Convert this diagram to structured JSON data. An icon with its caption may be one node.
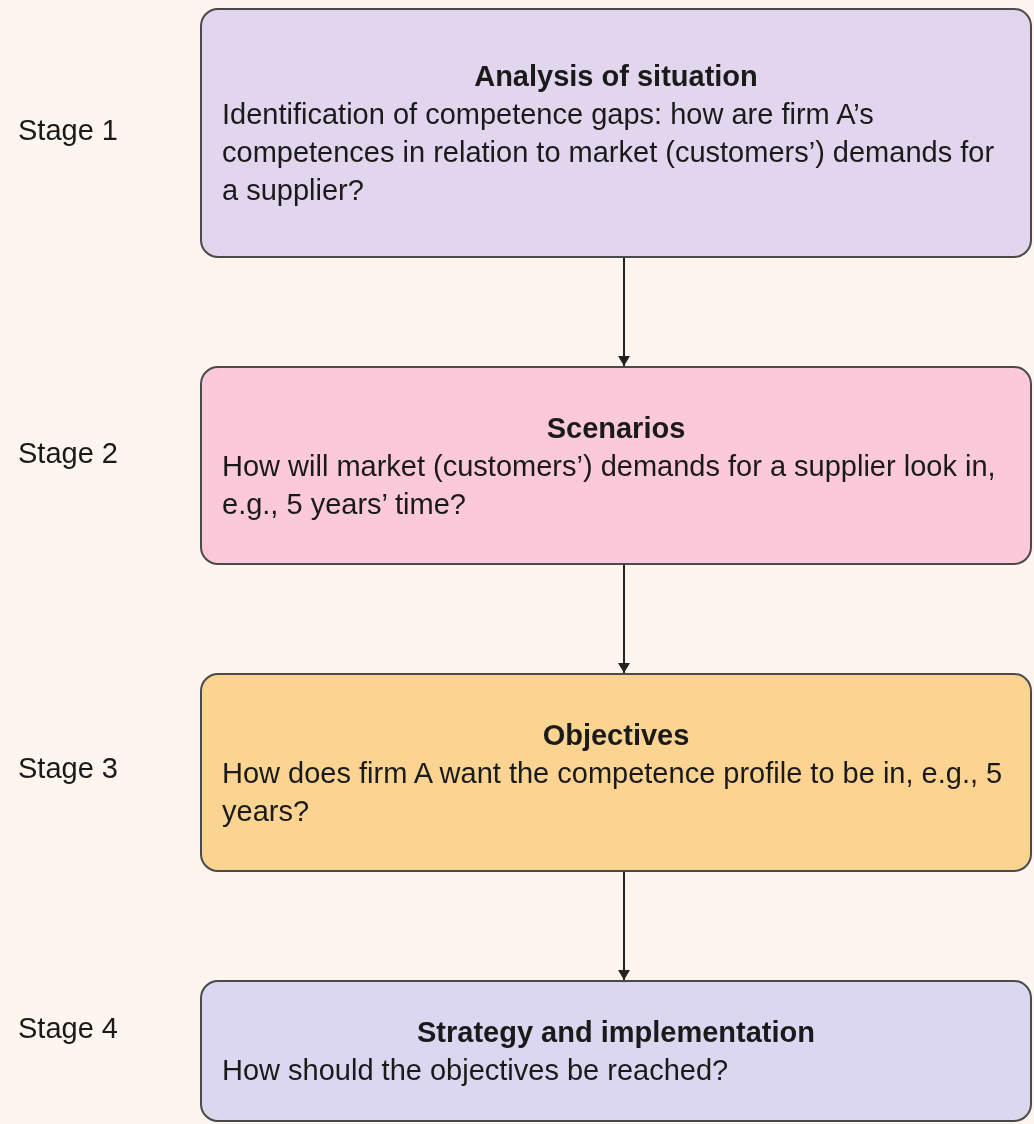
{
  "diagram": {
    "nodes": [
      {
        "text": [
          "Analysis of situation",
          "Identification of competence gaps: how are firm A’s competences in relation to market (customers’) demands for a supplier?"
        ],
        "beside": [
          "Stage 1"
        ]
      },
      {
        "text": [
          "Scenarios",
          "How will market (customers’) demands for a supplier look in, e.g., 5 years’ time?"
        ],
        "beside": [
          "Stage 2"
        ]
      },
      {
        "text": [
          "Objectives",
          "How does firm A want the competence profile to be in, e.g., 5 years?"
        ],
        "beside": [
          "Stage 3"
        ]
      },
      {
        "text": [
          "Strategy and implementation",
          "How should the objectives be reached?"
        ],
        "beside": [
          "Stage 4"
        ]
      }
    ],
    "edges": [
      {
        "from": 0,
        "to": 1,
        "arrow": "to"
      },
      {
        "from": 1,
        "to": 2,
        "arrow": "to"
      },
      {
        "from": 2,
        "to": 3,
        "arrow": "to"
      }
    ]
  }
}
